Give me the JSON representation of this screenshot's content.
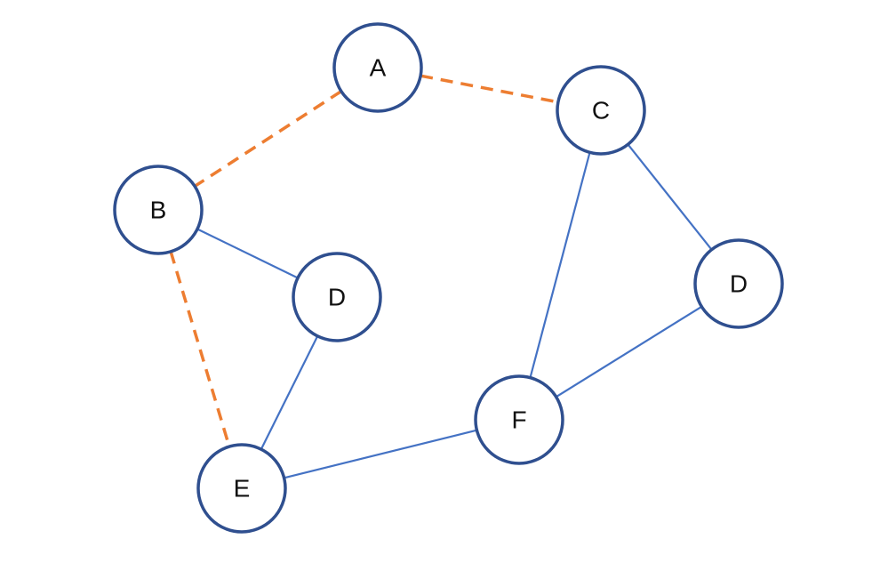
{
  "colors": {
    "node_stroke": "#2f4f8f",
    "solid_edge": "#4472c4",
    "dashed_edge": "#ed7d31"
  },
  "nodes": [
    {
      "id": "a",
      "label": "A"
    },
    {
      "id": "c",
      "label": "C"
    },
    {
      "id": "b",
      "label": "B"
    },
    {
      "id": "d1",
      "label": "D"
    },
    {
      "id": "d2",
      "label": "D"
    },
    {
      "id": "f",
      "label": "F"
    },
    {
      "id": "e",
      "label": "E"
    }
  ],
  "edges": [
    {
      "from": "a",
      "to": "b",
      "style": "dashed"
    },
    {
      "from": "a",
      "to": "c",
      "style": "dashed"
    },
    {
      "from": "b",
      "to": "e",
      "style": "dashed"
    },
    {
      "from": "b",
      "to": "d1",
      "style": "solid"
    },
    {
      "from": "d1",
      "to": "e",
      "style": "solid"
    },
    {
      "from": "e",
      "to": "f",
      "style": "solid"
    },
    {
      "from": "c",
      "to": "f",
      "style": "solid"
    },
    {
      "from": "c",
      "to": "d2",
      "style": "solid"
    },
    {
      "from": "d2",
      "to": "f",
      "style": "solid"
    }
  ]
}
